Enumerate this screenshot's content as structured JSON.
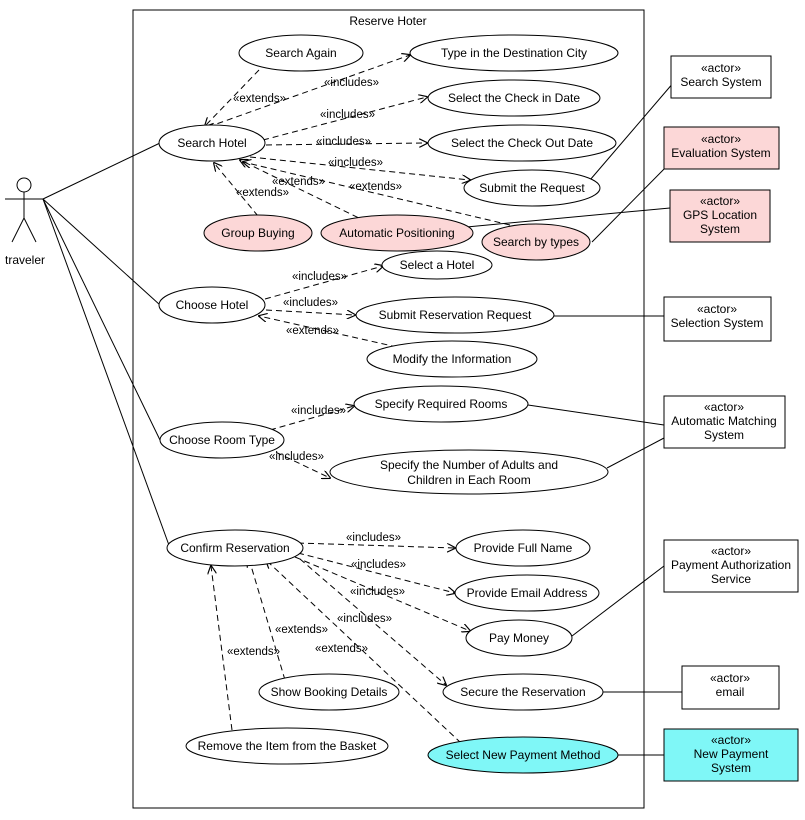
{
  "system": {
    "title": "Reserve Hoter"
  },
  "primary_actor": {
    "name": "traveler"
  },
  "colors": {
    "pink": "#fcd7d7",
    "cyan": "#7ff7f7",
    "white": "#ffffff",
    "line": "#000000"
  },
  "use_cases": {
    "search_again": "Search Again",
    "type_destination": "Type in the Destination City",
    "select_checkin": "Select the Check in Date",
    "search_hotel": "Search Hotel",
    "select_checkout": "Select the Check Out Date",
    "submit_request": "Submit the Request",
    "group_buying": "Group Buying",
    "auto_positioning": "Automatic Positioning",
    "search_by_types": "Search by types",
    "select_hotel": "Select a Hotel",
    "choose_hotel": "Choose Hotel",
    "submit_reservation": "Submit Reservation Request",
    "modify_info": "Modify the Information",
    "specify_rooms": "Specify Required Rooms",
    "choose_room_type": "Choose Room Type",
    "specify_adults_1": "Specify the Number of Adults and",
    "specify_adults_2": "Children in Each Room",
    "confirm_reservation": "Confirm Reservation",
    "provide_name": "Provide Full Name",
    "provide_email": "Provide Email Address",
    "pay_money": "Pay Money",
    "show_booking": "Show Booking Details",
    "secure_reservation": "Secure the Reservation",
    "remove_item": "Remove the Item from the Basket",
    "new_payment_method": "Select New Payment Method"
  },
  "actors": {
    "stereotype": "«actor»",
    "search_system": [
      "Search System"
    ],
    "evaluation_system": [
      "Evaluation System"
    ],
    "gps_system": [
      "GPS Location",
      "System"
    ],
    "selection_system": [
      "Selection System"
    ],
    "matching_system": [
      "Automatic Matching",
      "System"
    ],
    "payment_service": [
      "Payment Authorization",
      "Service"
    ],
    "email": [
      "email"
    ],
    "new_payment_system": [
      "New Payment",
      "System"
    ]
  },
  "relations": {
    "includes": "«includes»",
    "extends": "«extends»"
  }
}
